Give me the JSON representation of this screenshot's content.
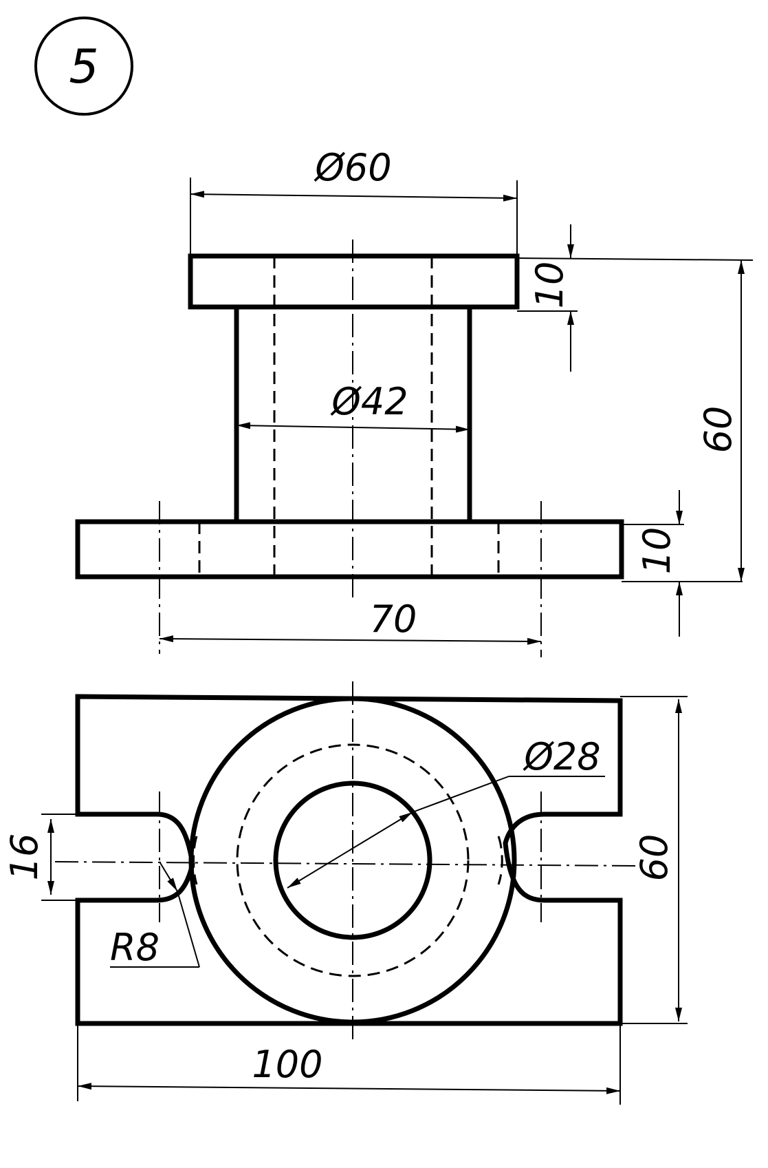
{
  "drawing": {
    "number": "5",
    "dimensions": {
      "flange_top_dia": "Ø60",
      "neck_dia": "Ø42",
      "top_flange_thickness": "10",
      "bottom_flange_thickness": "10",
      "total_height": "60",
      "hole_spacing": "70",
      "bore_dia": "Ø28",
      "slot_width": "16",
      "fillet_radius": "R8",
      "plan_depth": "60",
      "plan_length": "100"
    }
  }
}
